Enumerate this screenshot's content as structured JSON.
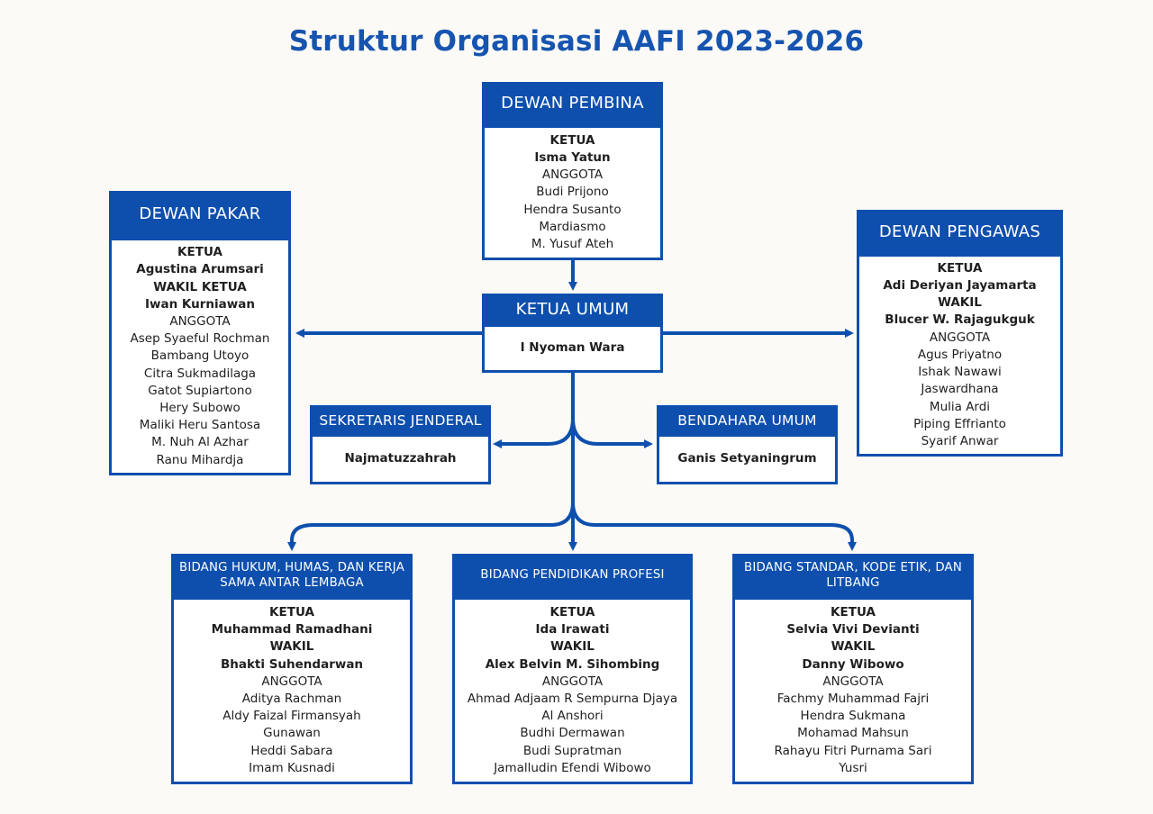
{
  "title": "Struktur Organisasi AAFI 2023-2026",
  "colors": {
    "accent": "#0e4fae",
    "title": "#1654b0",
    "background": "#fbfaf6",
    "box_fill": "#ffffff"
  },
  "dewan_pembina": {
    "header": "DEWAN PEMBINA",
    "lines": [
      "KETUA",
      "Isma Yatun",
      "ANGGOTA",
      "Budi Prijono",
      "Hendra Susanto",
      "Mardiasmo",
      "M. Yusuf Ateh"
    ],
    "bold": [
      true,
      true,
      false,
      false,
      false,
      false,
      false
    ]
  },
  "dewan_pakar": {
    "header": "DEWAN PAKAR",
    "lines": [
      "KETUA",
      "Agustina Arumsari",
      "WAKIL KETUA",
      "Iwan Kurniawan",
      "ANGGOTA",
      "Asep Syaeful Rochman",
      "Bambang Utoyo",
      "Citra Sukmadilaga",
      "Gatot Supiartono",
      "Hery Subowo",
      "Maliki Heru Santosa",
      "M. Nuh Al Azhar",
      "Ranu Mihardja"
    ],
    "bold": [
      true,
      true,
      true,
      true,
      false,
      false,
      false,
      false,
      false,
      false,
      false,
      false,
      false
    ]
  },
  "dewan_pengawas": {
    "header": "DEWAN PENGAWAS",
    "lines": [
      "KETUA",
      "Adi Deriyan Jayamarta",
      "WAKIL",
      "Blucer W. Rajagukguk",
      "ANGGOTA",
      "Agus Priyatno",
      "Ishak Nawawi",
      "Jaswardhana",
      "Mulia Ardi",
      "Piping Effrianto",
      "Syarif Anwar"
    ],
    "bold": [
      true,
      true,
      true,
      true,
      false,
      false,
      false,
      false,
      false,
      false,
      false
    ]
  },
  "ketua_umum": {
    "header": "KETUA UMUM",
    "lines": [
      "I Nyoman Wara"
    ],
    "bold": [
      true
    ]
  },
  "sekretaris_jenderal": {
    "header": "SEKRETARIS JENDERAL",
    "lines": [
      "Najmatuzzahrah"
    ],
    "bold": [
      true
    ]
  },
  "bendahara_umum": {
    "header": "BENDAHARA UMUM",
    "lines": [
      "Ganis Setyaningrum"
    ],
    "bold": [
      true
    ]
  },
  "bidang_hukum": {
    "header": "BIDANG HUKUM, HUMAS, DAN KERJA SAMA ANTAR LEMBAGA",
    "lines": [
      "KETUA",
      "Muhammad Ramadhani",
      "WAKIL",
      "Bhakti Suhendarwan",
      "ANGGOTA",
      "Aditya Rachman",
      "Aldy Faizal Firmansyah",
      "Gunawan",
      "Heddi Sabara",
      "Imam Kusnadi"
    ],
    "bold": [
      true,
      true,
      true,
      true,
      false,
      false,
      false,
      false,
      false,
      false
    ]
  },
  "bidang_pendidikan": {
    "header": "BIDANG PENDIDIKAN PROFESI",
    "lines": [
      "KETUA",
      "Ida Irawati",
      "WAKIL",
      "Alex Belvin M. Sihombing",
      "ANGGOTA",
      "Ahmad Adjaam R Sempurna Djaya",
      "Al Anshori",
      "Budhi Dermawan",
      "Budi Supratman",
      "Jamalludin Efendi Wibowo"
    ],
    "bold": [
      true,
      true,
      true,
      true,
      false,
      false,
      false,
      false,
      false,
      false
    ]
  },
  "bidang_standar": {
    "header": "BIDANG STANDAR, KODE ETIK, DAN LITBANG",
    "lines": [
      "KETUA",
      "Selvia Vivi Devianti",
      "WAKIL",
      "Danny Wibowo",
      "ANGGOTA",
      "Fachmy Muhammad Fajri",
      "Hendra Sukmana",
      "Mohamad Mahsun",
      "Rahayu Fitri Purnama Sari",
      "Yusri"
    ],
    "bold": [
      true,
      true,
      true,
      true,
      false,
      false,
      false,
      false,
      false,
      false
    ]
  }
}
